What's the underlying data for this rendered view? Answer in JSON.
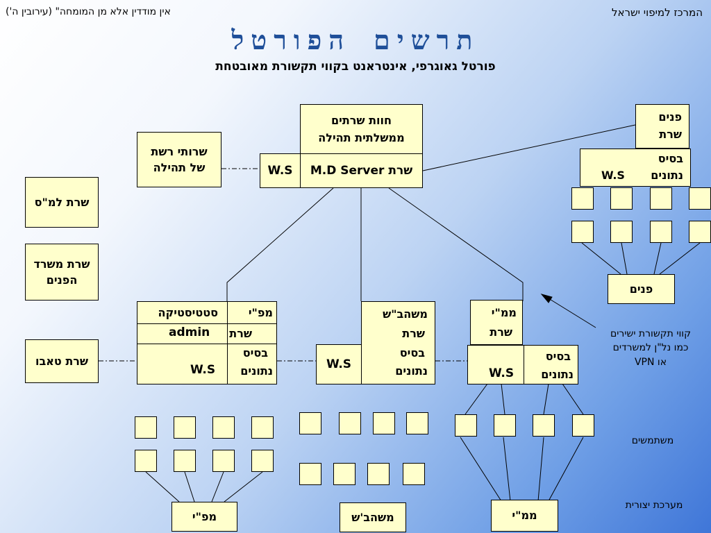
{
  "header": {
    "left_note": "אין מודדין אלא מן המומחה\" (עירובין ה')",
    "right_org": "המרכז למיפוי ישראל",
    "title": "תרשים הפורטל",
    "subtitle": "פורטל גאוגרפי, אינטראנט בקווי תקשורת מאובטחת"
  },
  "colors": {
    "box_fill": "#ffffcc",
    "title": "#1f4f99",
    "gradient_end": "#3f76d8"
  },
  "central": {
    "farm_line1": "חוות שרתים",
    "farm_line2": "ממשלתית תהילה",
    "server": "שרת M.D Server",
    "ws": "W.S"
  },
  "tehila_services": {
    "line1": "שרותי רשת",
    "line2": "של תהילה"
  },
  "left_servers": {
    "lamas": "שרת למ\"ס",
    "moi_line1": "שרת משרד",
    "moi_line2": "הפנים",
    "taabu": "שרת טאבו"
  },
  "interior": {
    "title_line1": "פנים",
    "title_line2": "שרת",
    "db_line1": "בסיס",
    "db_line2": "נתונים",
    "ws": "W.S",
    "label": "פנים"
  },
  "mapi": {
    "name": "מפ\"י",
    "stats": "סטטיסטיקה",
    "server": "שרת",
    "admin": "admin",
    "db_line1": "בסיס",
    "db_line2": "נתונים",
    "ws": "W.S",
    "label": "מפ\"י"
  },
  "mashhab": {
    "name": "משהב\"ש",
    "server": "שרת",
    "db_line1": "בסיס",
    "db_line2": "נתונים",
    "ws": "W.S",
    "label": "משהב'ש"
  },
  "mami": {
    "name": "ממ\"י",
    "server": "שרת",
    "db_line1": "בסיס",
    "db_line2": "נתונים",
    "ws": "W.S",
    "label": "ממ\"י"
  },
  "notes": {
    "comm_line1": "קווי תקשורת ישירים",
    "comm_line2": "כמו נל\"ן למשרדים",
    "comm_line3": "או VPN",
    "users": "משתמשים",
    "production": "מערכת יצורית"
  }
}
